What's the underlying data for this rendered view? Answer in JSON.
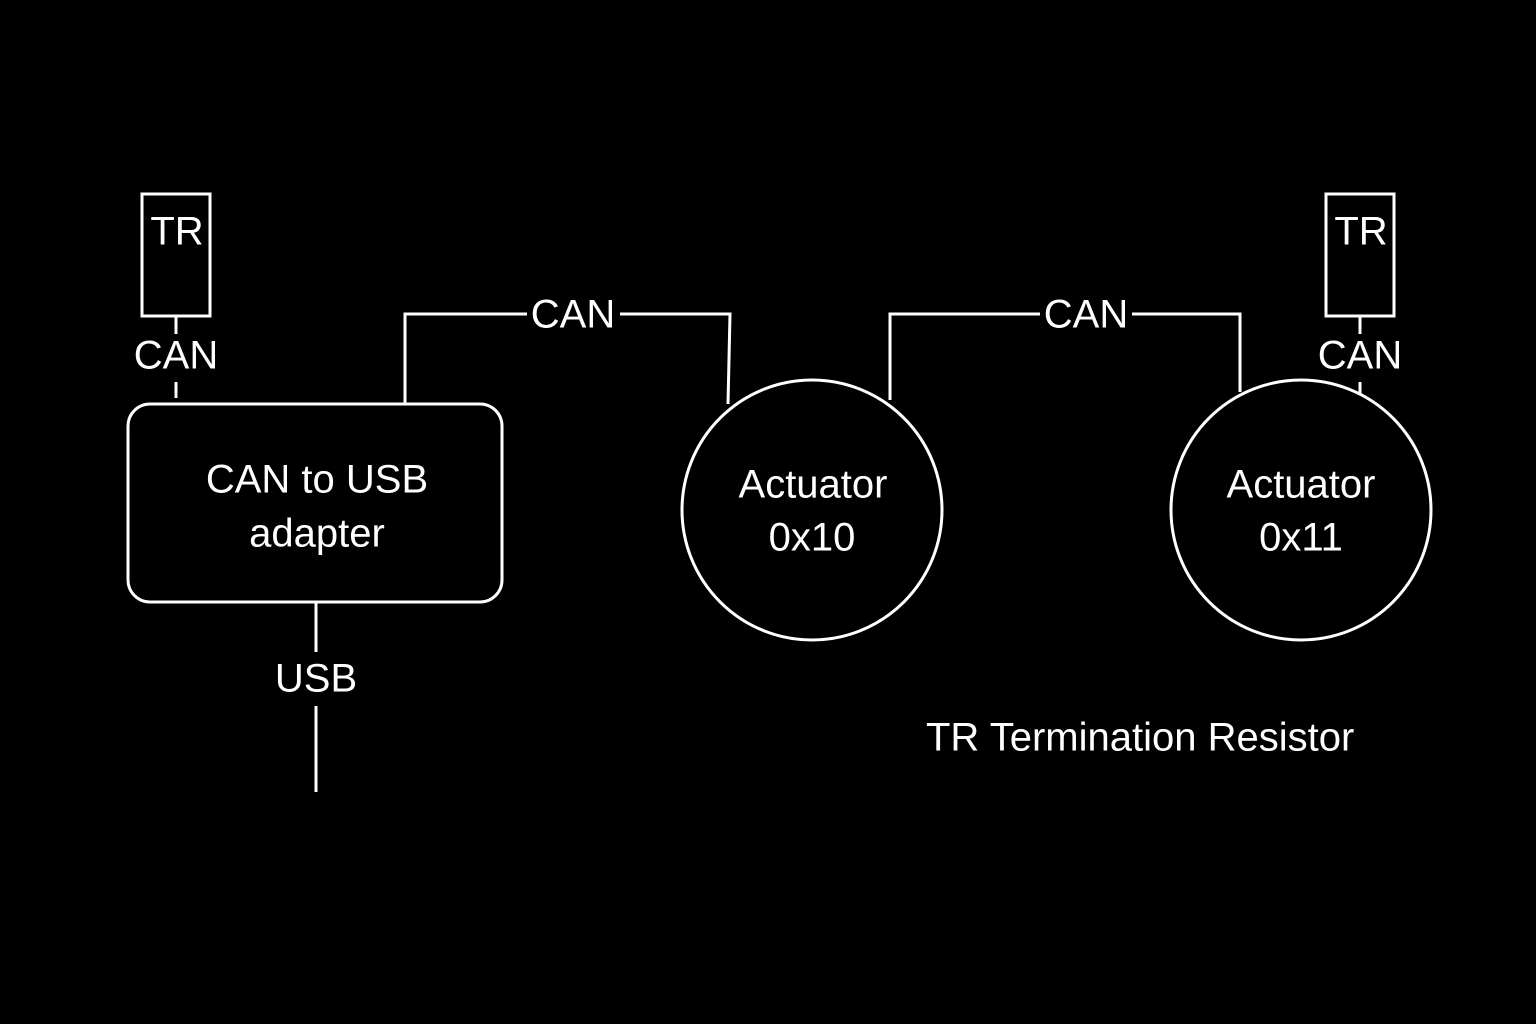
{
  "colors": {
    "background": "#000000",
    "foreground": "#ffffff"
  },
  "terminators": {
    "left": {
      "label": "TR",
      "link_label": "CAN"
    },
    "right": {
      "label": "TR",
      "link_label": "CAN"
    }
  },
  "adapter": {
    "line1": "CAN to USB",
    "line2": "adapter",
    "usb_label": "USB"
  },
  "links": {
    "adapter_to_actuator1": "CAN",
    "actuator1_to_actuator2": "CAN"
  },
  "actuators": [
    {
      "line1": "Actuator",
      "line2": "0x10"
    },
    {
      "line1": "Actuator",
      "line2": "0x11"
    }
  ],
  "legend": {
    "text": "TR Termination Resistor"
  }
}
